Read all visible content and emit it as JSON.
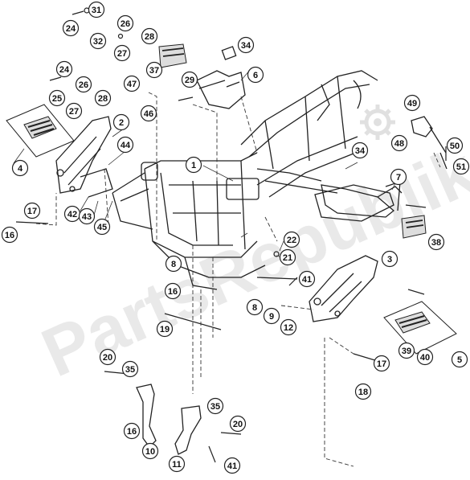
{
  "watermark_text": "PartsRepublik",
  "style": {
    "stroke": "#222222",
    "bubble_fill": "#ffffff",
    "guide_stroke": "#333333"
  },
  "callouts": [
    {
      "label": "31"
    },
    {
      "label": "24"
    },
    {
      "label": "26"
    },
    {
      "label": "32"
    },
    {
      "label": "27"
    },
    {
      "label": "28"
    },
    {
      "label": "34"
    },
    {
      "label": "24"
    },
    {
      "label": "37"
    },
    {
      "label": "29"
    },
    {
      "label": "6"
    },
    {
      "label": "26"
    },
    {
      "label": "47"
    },
    {
      "label": "25"
    },
    {
      "label": "28"
    },
    {
      "label": "27"
    },
    {
      "label": "46"
    },
    {
      "label": "2"
    },
    {
      "label": "49"
    },
    {
      "label": "44"
    },
    {
      "label": "48"
    },
    {
      "label": "34"
    },
    {
      "label": "50"
    },
    {
      "label": "4"
    },
    {
      "label": "1"
    },
    {
      "label": "51"
    },
    {
      "label": "7"
    },
    {
      "label": "17"
    },
    {
      "label": "42"
    },
    {
      "label": "43"
    },
    {
      "label": "45"
    },
    {
      "label": "16"
    },
    {
      "label": "38"
    },
    {
      "label": "22"
    },
    {
      "label": "21"
    },
    {
      "label": "3"
    },
    {
      "label": "8"
    },
    {
      "label": "41"
    },
    {
      "label": "16"
    },
    {
      "label": "8"
    },
    {
      "label": "9"
    },
    {
      "label": "12"
    },
    {
      "label": "19"
    },
    {
      "label": "20"
    },
    {
      "label": "35"
    },
    {
      "label": "39"
    },
    {
      "label": "40"
    },
    {
      "label": "5"
    },
    {
      "label": "17"
    },
    {
      "label": "18"
    },
    {
      "label": "35"
    },
    {
      "label": "20"
    },
    {
      "label": "16"
    },
    {
      "label": "10"
    },
    {
      "label": "11"
    },
    {
      "label": "41"
    }
  ]
}
